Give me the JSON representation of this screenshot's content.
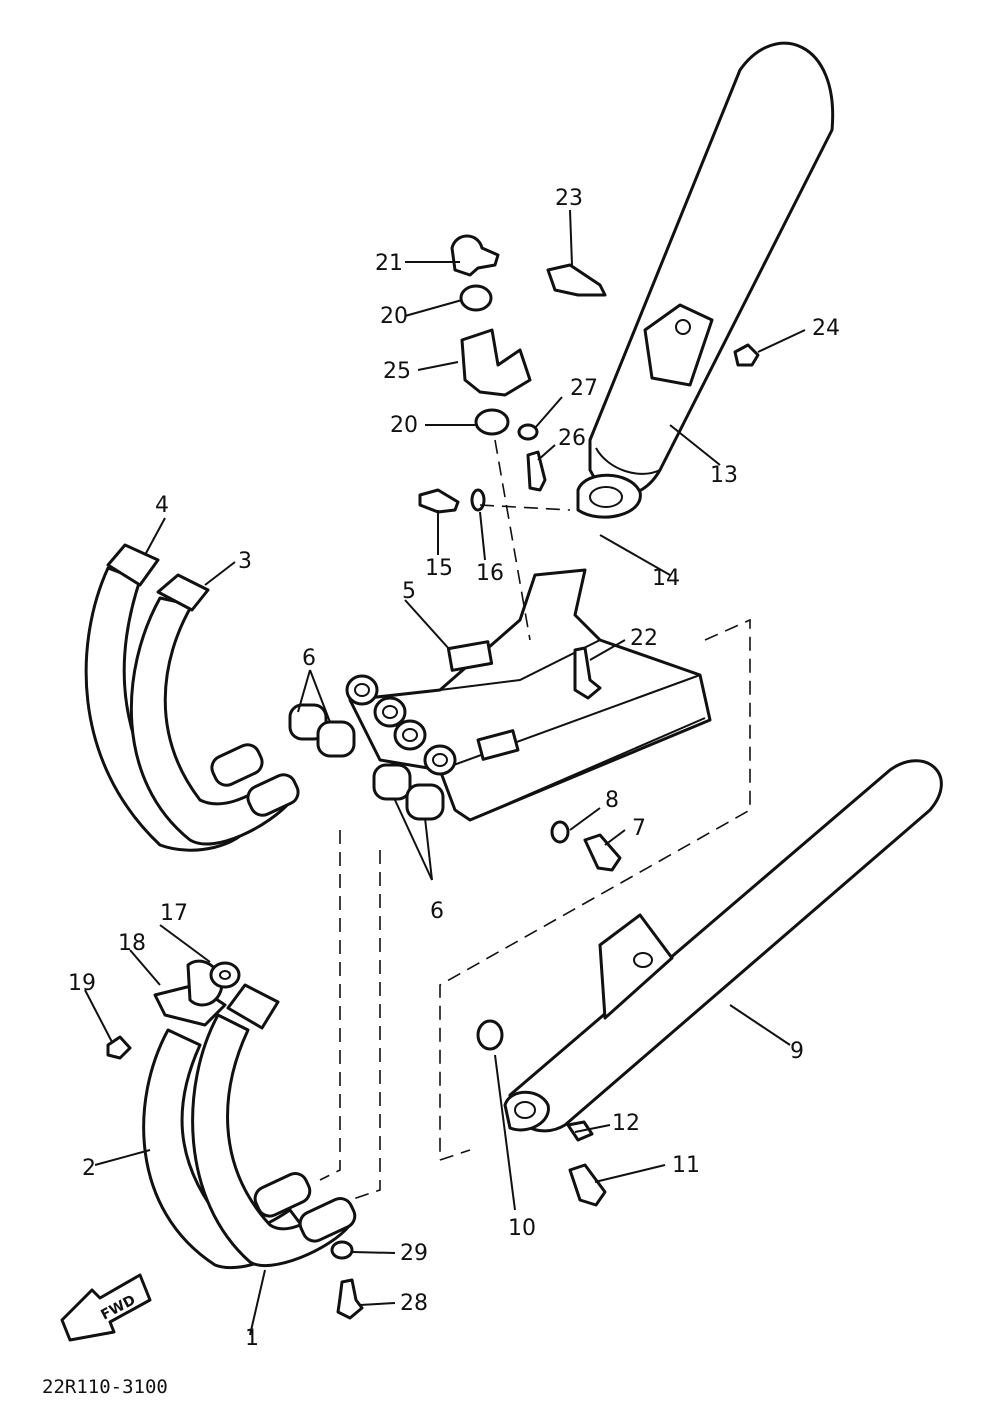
{
  "diagram": {
    "code": "22R110-3100",
    "fwd_label": "FWD",
    "labels": {
      "l1": "1",
      "l2": "2",
      "l3": "3",
      "l4": "4",
      "l5": "5",
      "l6a": "6",
      "l6b": "6",
      "l7": "7",
      "l8": "8",
      "l9": "9",
      "l10": "10",
      "l11": "11",
      "l12": "12",
      "l13": "13",
      "l14": "14",
      "l15": "15",
      "l16": "16",
      "l17": "17",
      "l18": "18",
      "l19": "19",
      "l20a": "20",
      "l20b": "20",
      "l21": "21",
      "l22": "22",
      "l23": "23",
      "l24": "24",
      "l25": "25",
      "l26": "26",
      "l27": "27",
      "l28": "28",
      "l29": "29"
    }
  }
}
